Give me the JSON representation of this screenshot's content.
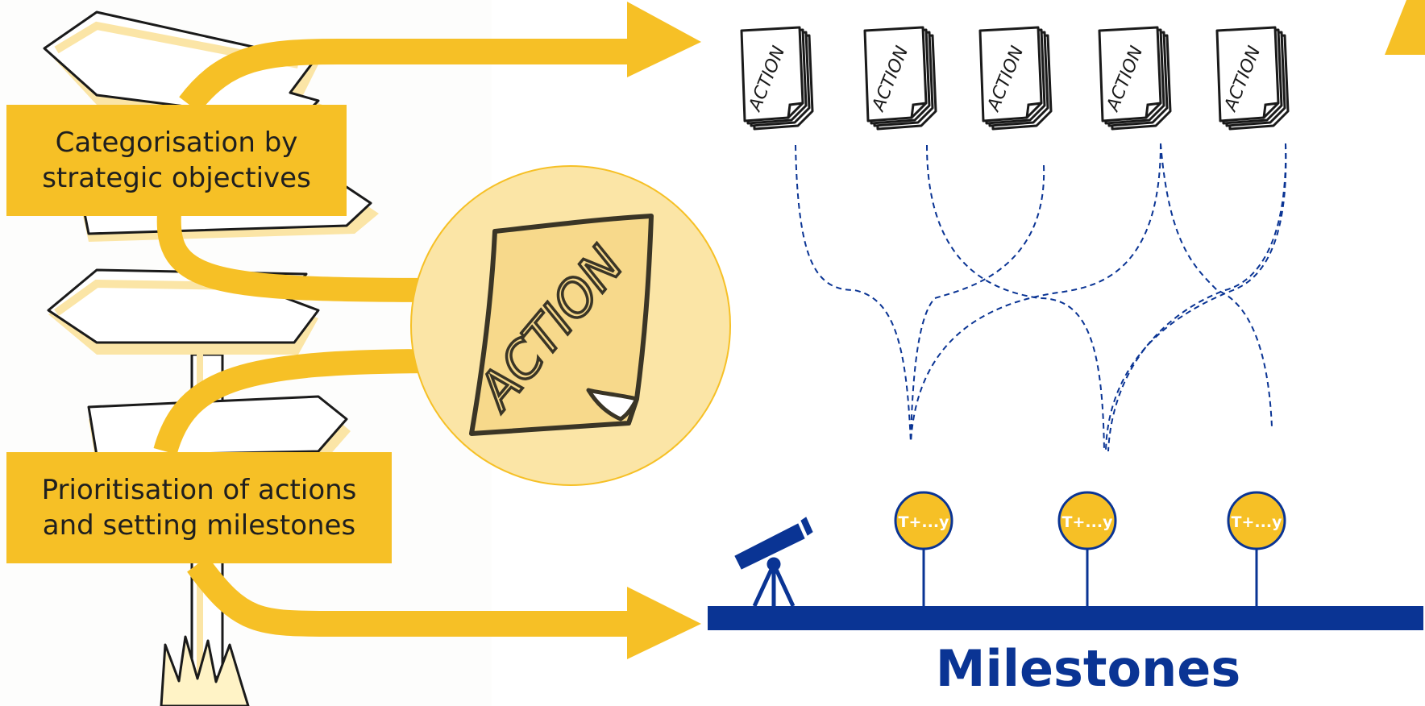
{
  "labels": {
    "categorisation_line1": "Categorisation by",
    "categorisation_line2": "strategic objectives",
    "prioritisation_line1": "Prioritisation of actions",
    "prioritisation_line2": "and setting  milestones"
  },
  "action_card_text": "ACTION",
  "action_stacks": [
    "ACTION",
    "ACTION",
    "ACTION",
    "ACTION",
    "ACTION"
  ],
  "milestone_markers": [
    "T+...y",
    "T+...y",
    "T+...y"
  ],
  "milestones_title": "Milestones",
  "colors": {
    "accent_yellow": "#f6c026",
    "pale_yellow": "#fbe5a6",
    "navy": "#0a3494",
    "ink": "#1a1a1a"
  },
  "icons": [
    "signpost-icon",
    "action-document-icon",
    "telescope-icon",
    "arrow-icon",
    "milestone-pin-icon"
  ]
}
